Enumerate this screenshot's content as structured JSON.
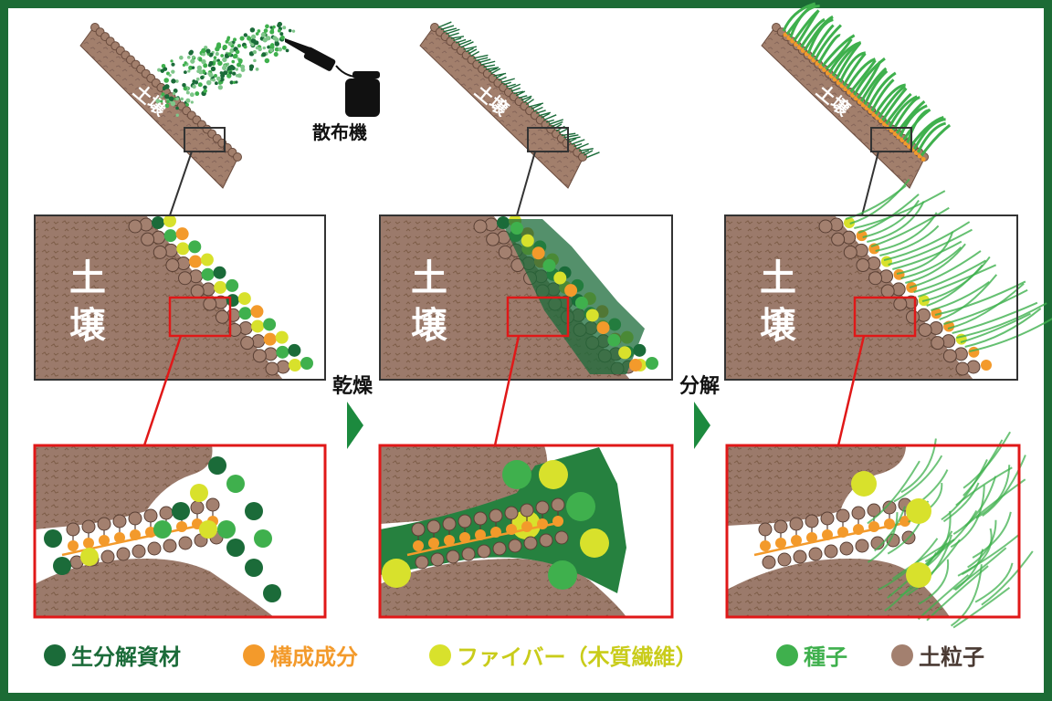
{
  "labels": {
    "sprayer": "散布機",
    "soil_small": "土壌",
    "soil_big_1": "土",
    "soil_big_2": "壌",
    "step1": "乾燥",
    "step2": "分解"
  },
  "legend": [
    {
      "label": "生分解資材",
      "color": "#1b6b39",
      "text_color": "#1b6b39"
    },
    {
      "label": "構成成分",
      "color": "#f39a2b",
      "text_color": "#f39a2b"
    },
    {
      "label": "ファイバー（木質繊維）",
      "color": "#d8e12c",
      "text_color": "#c9cc1a"
    },
    {
      "label": "種子",
      "color": "#3fb04d",
      "text_color": "#3fb04d"
    },
    {
      "label": "土粒子",
      "color": "#a3806f",
      "text_color": "#4a3a33"
    }
  ],
  "colors": {
    "frame": "#1c6b35",
    "soil": "#9b7a6b",
    "soil_texture": "#7d5d47",
    "highlight_box": "#e01818",
    "zoom_box": "#333333"
  }
}
